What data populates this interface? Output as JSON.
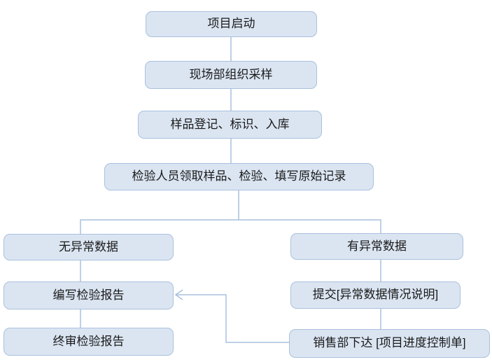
{
  "diagram": {
    "type": "flowchart",
    "nodes": [
      {
        "id": "project-start",
        "label": "项目启动"
      },
      {
        "id": "field-sampling",
        "label": "现场部组织采样"
      },
      {
        "id": "sample-registration",
        "label": "样品登记、标识、入库"
      },
      {
        "id": "inspection-record",
        "label": "检验人员领取样品、检验、填写原始记录"
      },
      {
        "id": "no-abnormal-data",
        "label": "无异常数据"
      },
      {
        "id": "abnormal-data",
        "label": "有异常数据"
      },
      {
        "id": "write-report",
        "label": "编写检验报告"
      },
      {
        "id": "final-review-report",
        "label": "终审检验报告"
      },
      {
        "id": "submit-abnormal-note",
        "label": "提交[异常数据情况说明]"
      },
      {
        "id": "sales-progress-order",
        "label": "销售部下达 [项目进度控制单]"
      }
    ],
    "edges": [
      {
        "from": "project-start",
        "to": "field-sampling",
        "arrow": false
      },
      {
        "from": "field-sampling",
        "to": "sample-registration",
        "arrow": false
      },
      {
        "from": "sample-registration",
        "to": "inspection-record",
        "arrow": false
      },
      {
        "from": "inspection-record",
        "to": "no-abnormal-data",
        "arrow": false
      },
      {
        "from": "inspection-record",
        "to": "abnormal-data",
        "arrow": false
      },
      {
        "from": "no-abnormal-data",
        "to": "write-report",
        "arrow": false
      },
      {
        "from": "write-report",
        "to": "final-review-report",
        "arrow": false
      },
      {
        "from": "abnormal-data",
        "to": "submit-abnormal-note",
        "arrow": false
      },
      {
        "from": "submit-abnormal-note",
        "to": "sales-progress-order",
        "arrow": false
      },
      {
        "from": "sales-progress-order",
        "to": "write-report",
        "arrow": true
      }
    ],
    "colors": {
      "node-fill": "#dbe5f2",
      "node-border": "#a9c0de",
      "edge": "#a9c0de",
      "text": "#1a1a1a",
      "background": "#ffffff"
    }
  }
}
